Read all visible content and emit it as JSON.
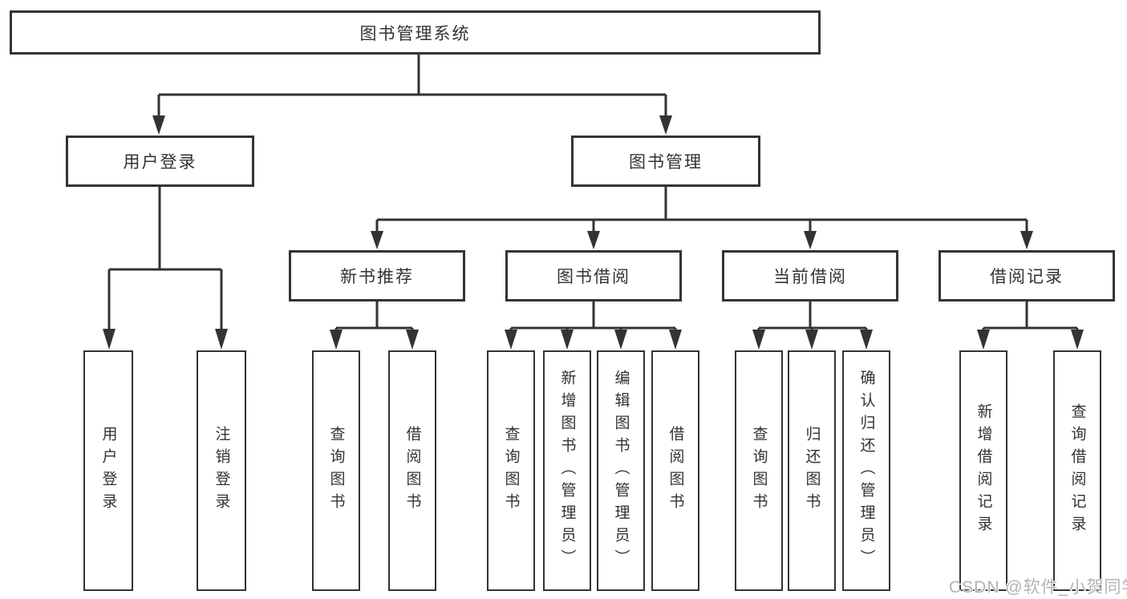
{
  "diagram": {
    "type": "hierarchy-tree",
    "colors": {
      "line": "#333333",
      "border": "#333333",
      "text": "#333333",
      "background": "#ffffff",
      "watermark": "#b3b3b3"
    },
    "tree": {
      "root_label": "图书管理系统",
      "branches": [
        {
          "label": "用户登录",
          "children": [
            {
              "label": "用户登录"
            },
            {
              "label": "注销登录"
            }
          ]
        },
        {
          "label": "图书管理",
          "children": [
            {
              "label": "新书推荐",
              "children": [
                {
                  "label": "查询图书"
                },
                {
                  "label": "借阅图书"
                }
              ]
            },
            {
              "label": "图书借阅",
              "children": [
                {
                  "label": "查询图书"
                },
                {
                  "label": "新增图书（管理员）"
                },
                {
                  "label": "编辑图书（管理员）"
                },
                {
                  "label": "借阅图书"
                }
              ]
            },
            {
              "label": "当前借阅",
              "children": [
                {
                  "label": "查询图书"
                },
                {
                  "label": "归还图书"
                },
                {
                  "label": "确认归还（管理员）"
                }
              ]
            },
            {
              "label": "借阅记录",
              "children": [
                {
                  "label": "新增借阅记录"
                },
                {
                  "label": "查询借阅记录"
                }
              ]
            }
          ]
        }
      ]
    },
    "watermark": {
      "text": "CSDN @软件_小贺同学"
    }
  }
}
